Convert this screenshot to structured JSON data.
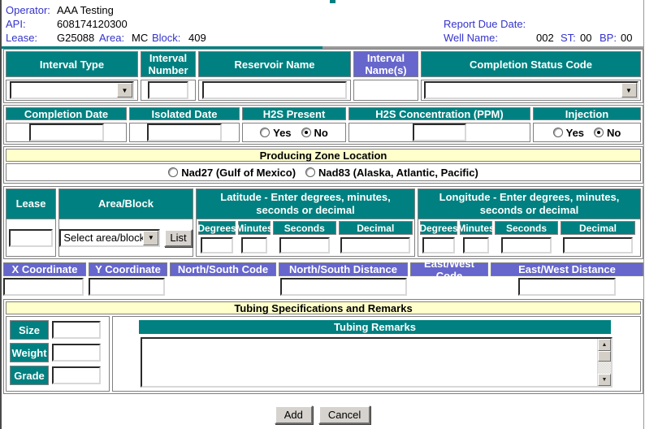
{
  "colors": {
    "teal": "#008080",
    "purple": "#6666CC",
    "yellow": "#FFFFCC",
    "label_blue": "#3333CC"
  },
  "header": {
    "operator_label": "Operator:",
    "operator_value": "AAA Testing",
    "api_label": "API:",
    "api_value": "608174120300",
    "lease_label": "Lease:",
    "lease_value": "G25088",
    "area_label": "Area:",
    "area_value": "MC",
    "block_label": "Block:",
    "block_value": "409",
    "report_due_label": "Report Due Date:",
    "report_due_value": "",
    "well_name_label": "Well Name:",
    "well_name_value": "002",
    "st_label": "ST:",
    "st_value": "00",
    "bp_label": "BP:",
    "bp_value": "00"
  },
  "interval_table": {
    "headers": [
      "Interval Type",
      "Interval Number",
      "Reservoir Name",
      "Interval Name(s)",
      "Completion Status Code"
    ],
    "interval_type_selected": "",
    "interval_number_value": "",
    "reservoir_name_value": "",
    "interval_names_value": "",
    "completion_status_selected": ""
  },
  "completion_table": {
    "headers": [
      "Completion Date",
      "Isolated Date",
      "H2S Present",
      "H2S Concentration (PPM)",
      "Injection"
    ],
    "completion_date_value": "",
    "isolated_date_value": "",
    "h2s_present_selected": "No",
    "h2s_concentration_value": "",
    "injection_selected": "No",
    "yes_label": "Yes",
    "no_label": "No"
  },
  "producing_zone": {
    "title": "Producing Zone Location",
    "nad27_label": "Nad27 (Gulf of Mexico)",
    "nad83_label": "Nad83 (Alaska, Atlantic, Pacific)",
    "selected": ""
  },
  "location_table": {
    "lease_header": "Lease",
    "area_block_header": "Area/Block",
    "latitude_header": "Latitude - Enter degrees, minutes, seconds or decimal",
    "longitude_header": "Longitude - Enter degrees, minutes, seconds or decimal",
    "subheaders": [
      "Degrees",
      "Minutes",
      "Seconds",
      "Decimal"
    ],
    "lease_value": "",
    "area_block_selected": "Select area/block",
    "list_button_label": "List",
    "latitude_values": {
      "degrees": "",
      "minutes": "",
      "seconds": "",
      "decimal": ""
    },
    "longitude_values": {
      "degrees": "",
      "minutes": "",
      "seconds": "",
      "decimal": ""
    }
  },
  "coordinate_table": {
    "headers": [
      "X Coordinate",
      "Y Coordinate",
      "North/South Code",
      "North/South Distance",
      "East/West Code",
      "East/West Distance"
    ],
    "x_coordinate_value": "",
    "y_coordinate_value": "",
    "north_south_distance_value": "",
    "east_west_distance_value": ""
  },
  "tubing": {
    "title": "Tubing Specifications and Remarks",
    "size_label": "Size",
    "weight_label": "Weight",
    "grade_label": "Grade",
    "size_value": "",
    "weight_value": "",
    "grade_value": "",
    "remarks_header": "Tubing Remarks",
    "remarks_value": ""
  },
  "actions": {
    "add_label": "Add",
    "cancel_label": "Cancel"
  }
}
